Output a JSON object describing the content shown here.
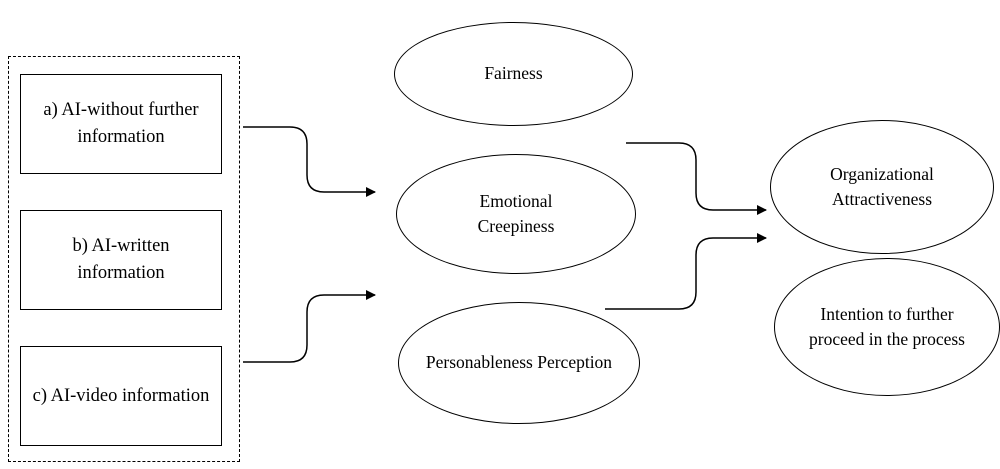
{
  "conditions": {
    "a": "a) AI-without further information",
    "b": "b) AI-written information",
    "c": "c) AI-video information"
  },
  "mediators": {
    "fairness": "Fairness",
    "emotional_creepiness": "Emotional\nCreepiness",
    "personableness": "Personableness Perception"
  },
  "outcomes": {
    "organizational_attractiveness": "Organizational\nAttractiveness",
    "intention": "Intention to further\nproceed in the process"
  },
  "colors": {
    "stroke": "#000000",
    "background": "#ffffff"
  }
}
